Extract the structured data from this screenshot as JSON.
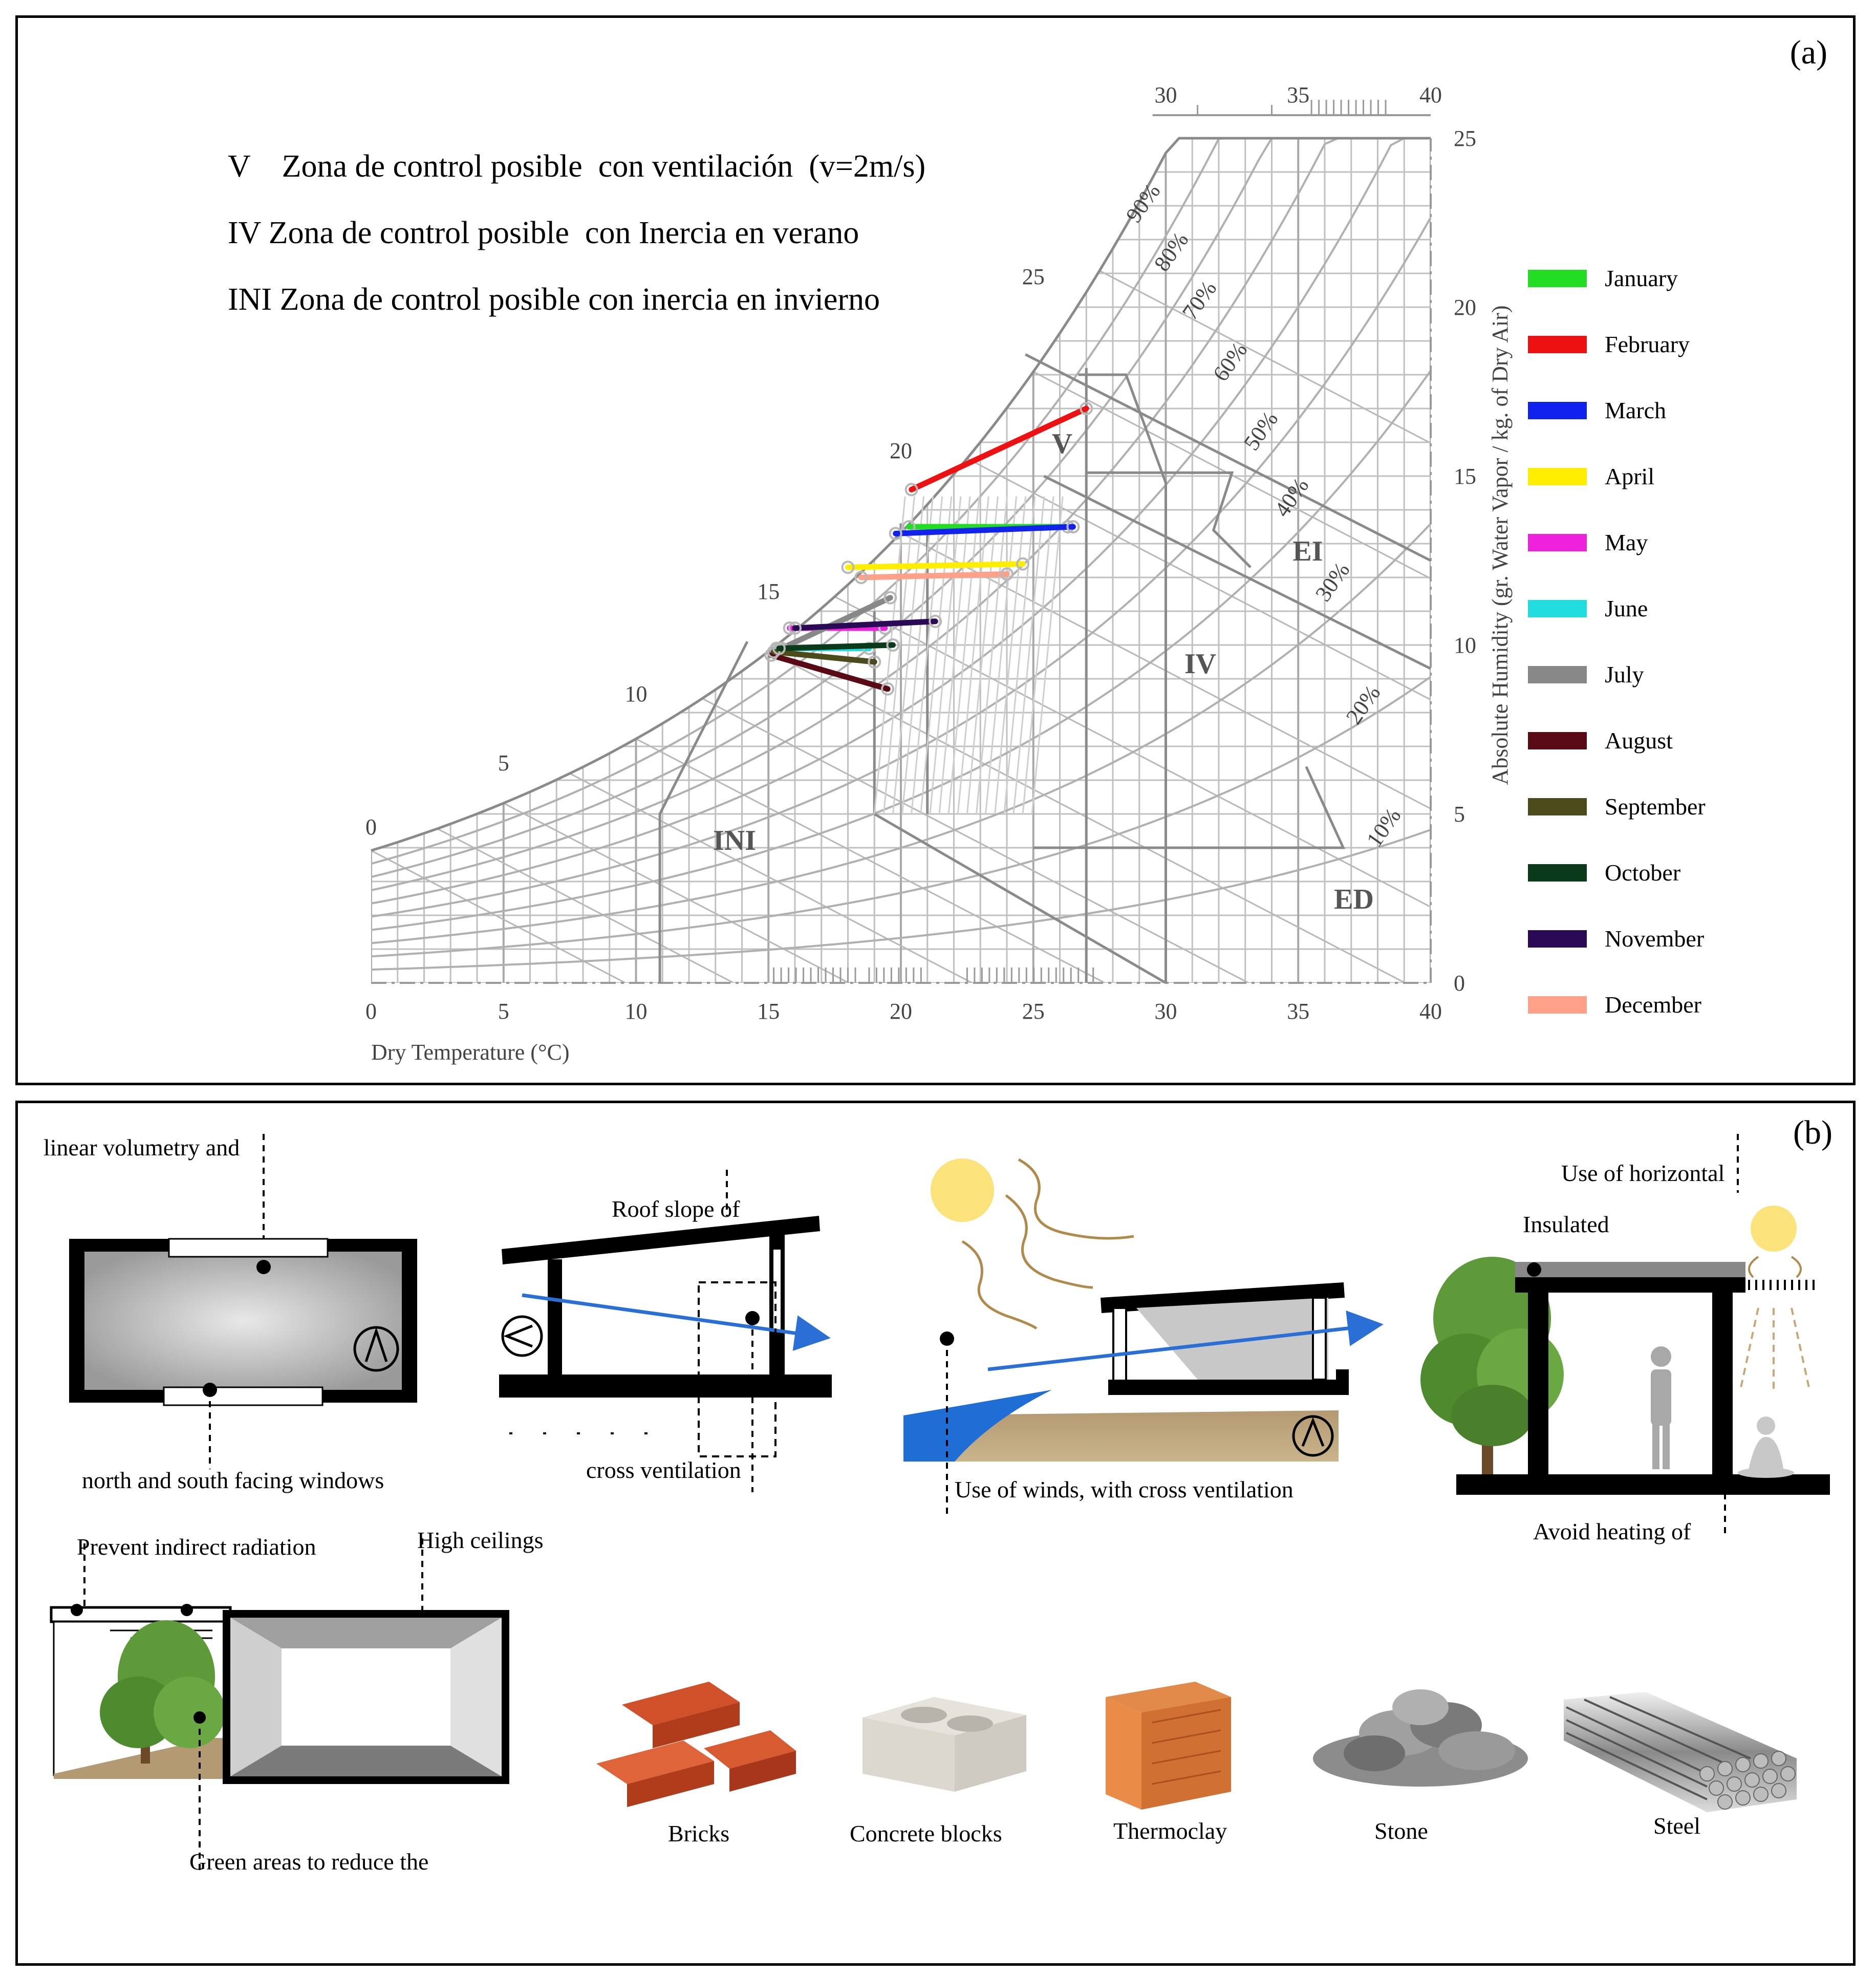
{
  "panel_a": {
    "label": "(a)",
    "zone_legend": [
      "V    Zona de control posible  con ventilación  (v=2m/s)",
      "IV Zona de control posible  con Inercia en verano",
      "INI Zona de control posible con inercia en invierno"
    ],
    "chart_data": {
      "type": "line",
      "title": "",
      "xlabel": "Dry Temperature (°C)",
      "ylabel": "Absolute Humidity (gr. Water Vapor / kg. of Dry Air)",
      "xlim": [
        0,
        40
      ],
      "ylim": [
        0,
        25
      ],
      "x_ticks": [
        "0",
        "5",
        "10",
        "15",
        "20",
        "25",
        "30",
        "35",
        "40"
      ],
      "y_ticks": [
        "0",
        "5",
        "10",
        "15",
        "20",
        "25"
      ],
      "top_ticks": [
        "30",
        "35",
        "40"
      ],
      "wet_bulb_labels": [
        "0",
        "5",
        "10",
        "15",
        "20",
        "25"
      ],
      "rh_curves": [
        "90%",
        "80%",
        "70%",
        "60%",
        "50%",
        "40%",
        "30%",
        "20%",
        "10%"
      ],
      "zone_labels": [
        "V",
        "IV",
        "EI",
        "INI",
        "ED"
      ],
      "series": [
        {
          "name": "January",
          "color": "#22dd22",
          "x": [
            20.3,
            26.3
          ],
          "y": [
            13.5,
            13.5
          ]
        },
        {
          "name": "February",
          "color": "#ee1111",
          "x": [
            20.4,
            27.0
          ],
          "y": [
            14.6,
            17.0
          ]
        },
        {
          "name": "March",
          "color": "#1122ee",
          "x": [
            19.8,
            26.5
          ],
          "y": [
            13.3,
            13.5
          ]
        },
        {
          "name": "April",
          "color": "#ffee00",
          "x": [
            18.0,
            24.6
          ],
          "y": [
            12.3,
            12.4
          ]
        },
        {
          "name": "May",
          "color": "#ee22dd",
          "x": [
            15.8,
            19.4
          ],
          "y": [
            10.5,
            10.5
          ]
        },
        {
          "name": "June",
          "color": "#22dddd",
          "x": [
            15.3,
            18.8
          ],
          "y": [
            9.9,
            9.9
          ]
        },
        {
          "name": "July",
          "color": "#888888",
          "x": [
            15.5,
            19.6
          ],
          "y": [
            9.9,
            11.4
          ]
        },
        {
          "name": "August",
          "color": "#5a0a14",
          "x": [
            15.1,
            19.5
          ],
          "y": [
            9.7,
            8.7
          ]
        },
        {
          "name": "September",
          "color": "#4a4a1a",
          "x": [
            15.2,
            19.0
          ],
          "y": [
            9.8,
            9.5
          ]
        },
        {
          "name": "October",
          "color": "#0a3a1a",
          "x": [
            15.4,
            19.7
          ],
          "y": [
            9.9,
            10.0
          ]
        },
        {
          "name": "November",
          "color": "#2a0a55",
          "x": [
            16.0,
            21.3
          ],
          "y": [
            10.5,
            10.7
          ]
        },
        {
          "name": "December",
          "color": "#ffa088",
          "x": [
            18.5,
            24.0
          ],
          "y": [
            12.0,
            12.1
          ]
        }
      ]
    }
  },
  "panel_b": {
    "label": "(b)",
    "annotations": {
      "linear_volumetry": "linear volumetry and",
      "north_south_windows": "north and south facing windows",
      "roof_slope": "Roof slope of",
      "cross_ventilation": "cross ventilation",
      "use_of_winds": "Use   of   winds,  with   cross   ventilation",
      "use_of_horizontal": "Use of horizontal",
      "insulated": "Insulated",
      "avoid_heating": "Avoid heating of",
      "prevent_radiation": "Prevent   indirect   radiation",
      "high_ceilings": "High ceilings",
      "green_areas": "Green    areas    to    reduce    the"
    },
    "materials": [
      "Bricks",
      "Concrete blocks",
      "Thermoclay",
      "Stone",
      "Steel"
    ]
  }
}
